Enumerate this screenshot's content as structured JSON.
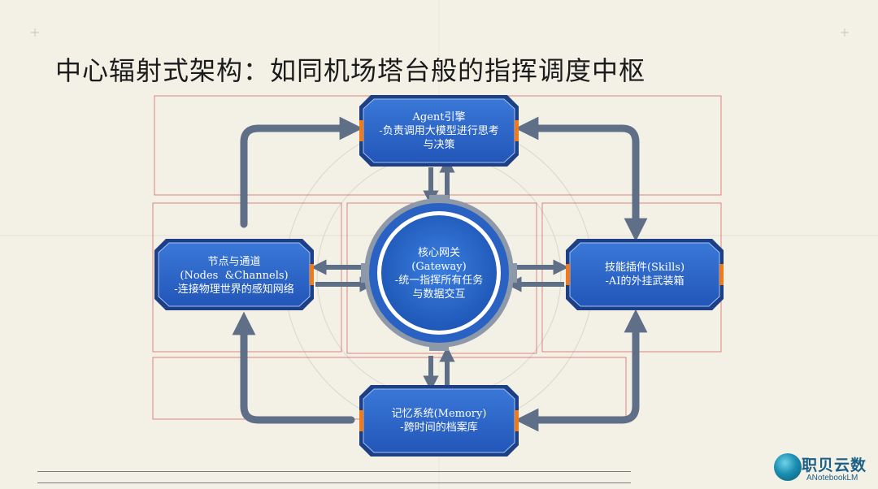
{
  "title": "中心辐射式架构：如同机场塔台般的指挥调度中枢",
  "nodes": {
    "agent": {
      "name": "Agent引擎",
      "desc1": "-负责调用大模型进行思考",
      "desc2": "与决策"
    },
    "gateway": {
      "name": "核心网关",
      "sub": "(Gateway)",
      "desc1": "-统一指挥所有任务",
      "desc2": "与数据交互"
    },
    "nodes_channels": {
      "name": "节点与通道",
      "sub": "(Nodes  &Channels)",
      "desc": "-连接物理世界的感知网络"
    },
    "skills": {
      "name": "技能插件(Skills)",
      "desc": "-AI的外挂武装箱"
    },
    "memory": {
      "name": "记忆系统(Memory)",
      "desc": "-跨时间的档案库"
    }
  },
  "brand": {
    "name": "职贝云数",
    "sub": "ANotebookLM"
  },
  "colors": {
    "node_fill": "#2a62c4",
    "node_border": "#1c3f86",
    "arrow": "#5f6f87",
    "accent_orange": "#f07a1a",
    "guide_red": "#d23b3b"
  }
}
